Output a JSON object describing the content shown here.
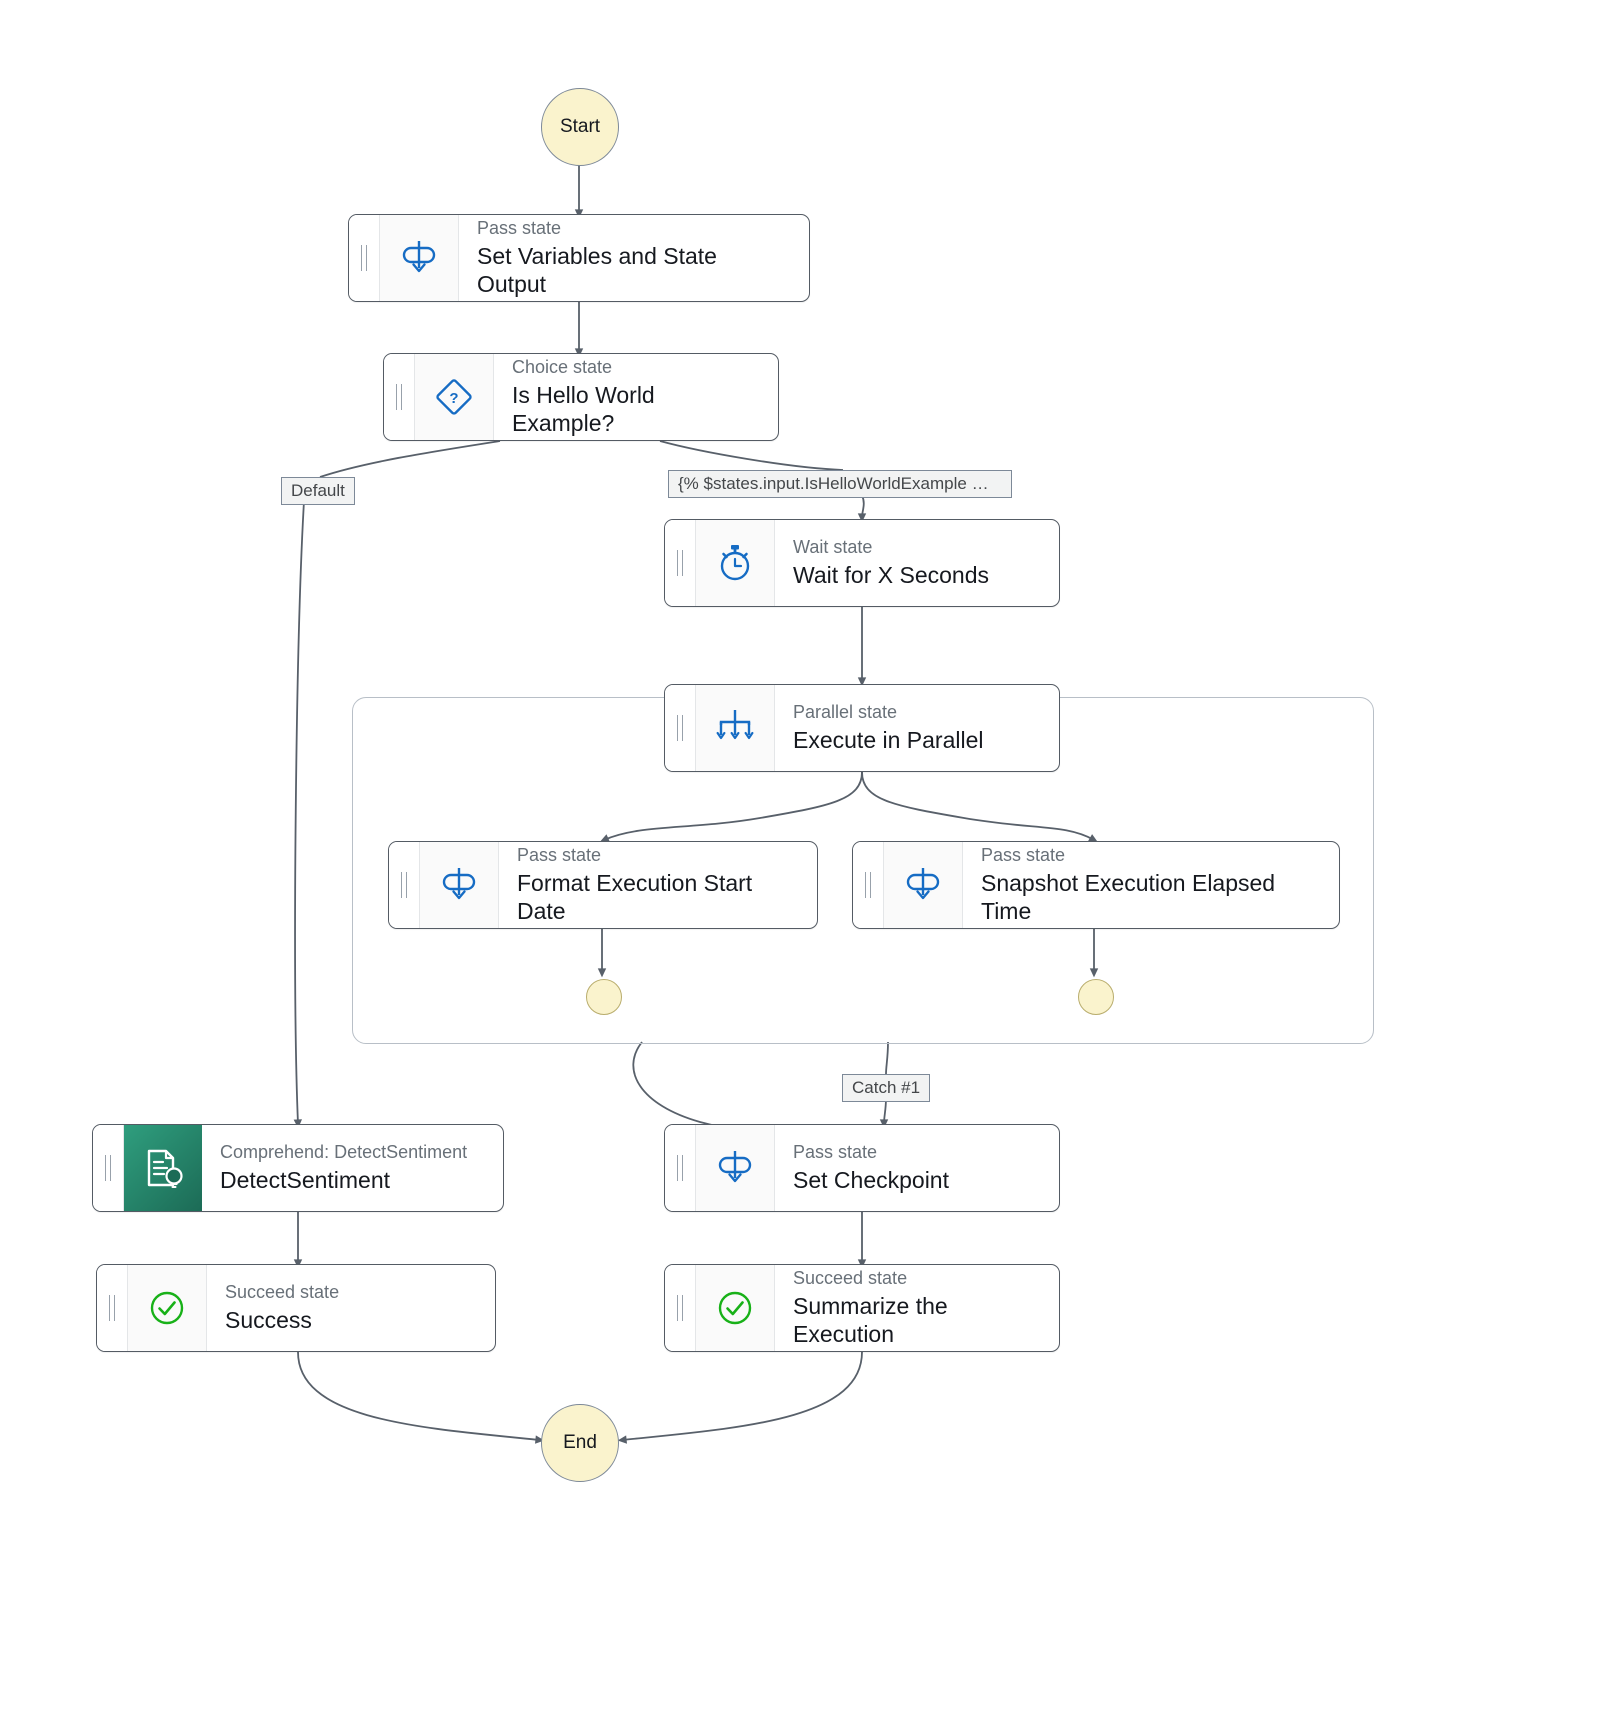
{
  "diagram": {
    "type": "aws-step-functions-workflow-graph",
    "title": "Step Functions state machine graph"
  },
  "terminals": {
    "start": "Start",
    "end": "End"
  },
  "nodes": [
    {
      "id": "set-variables",
      "type_label": "Pass state",
      "name": "Set Variables and State Output",
      "icon": "pass-state-icon"
    },
    {
      "id": "is-hello-world",
      "type_label": "Choice state",
      "name": "Is Hello World Example?",
      "icon": "choice-state-icon"
    },
    {
      "id": "wait-x-seconds",
      "type_label": "Wait state",
      "name": "Wait for X Seconds",
      "icon": "wait-state-icon"
    },
    {
      "id": "execute-in-parallel",
      "type_label": "Parallel state",
      "name": "Execute in Parallel",
      "icon": "parallel-state-icon"
    },
    {
      "id": "format-start-date",
      "type_label": "Pass state",
      "name": "Format Execution Start Date",
      "icon": "pass-state-icon"
    },
    {
      "id": "snapshot-elapsed",
      "type_label": "Pass state",
      "name": "Snapshot Execution Elapsed Time",
      "icon": "pass-state-icon"
    },
    {
      "id": "detect-sentiment",
      "type_label": "Comprehend: DetectSentiment",
      "name": "DetectSentiment",
      "icon": "comprehend-icon"
    },
    {
      "id": "set-checkpoint",
      "type_label": "Pass state",
      "name": "Set Checkpoint",
      "icon": "pass-state-icon"
    },
    {
      "id": "success",
      "type_label": "Succeed state",
      "name": "Success",
      "icon": "succeed-state-icon"
    },
    {
      "id": "summarize-execution",
      "type_label": "Succeed state",
      "name": "Summarize the Execution",
      "icon": "succeed-state-icon"
    }
  ],
  "edge_labels": {
    "default": "Default",
    "condition": "{% $states.input.IsHelloWorldExample %…",
    "catch": "Catch #1"
  },
  "colors": {
    "terminal_fill": "#faf3cd",
    "node_border": "#545b64",
    "icon_blue": "#166cc4",
    "comprehend_green": "#2f9e7e",
    "succeed_green": "#18b118",
    "edge": "#44474a",
    "muted_text": "#687078"
  }
}
